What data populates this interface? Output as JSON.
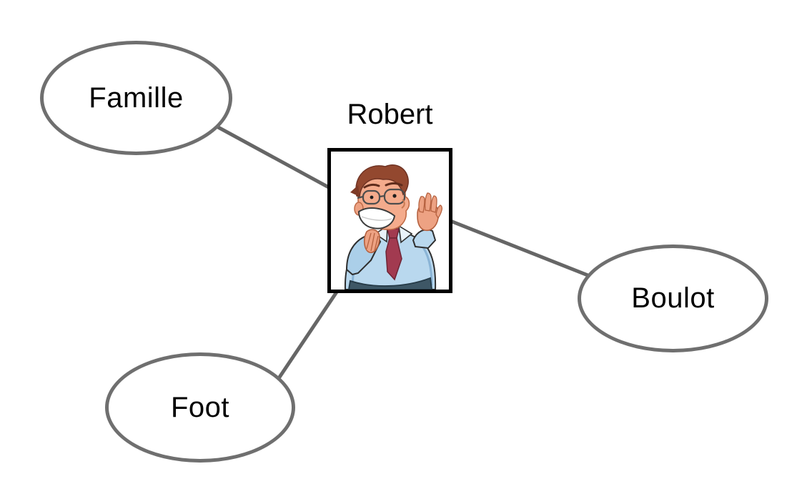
{
  "diagram": {
    "type": "mindmap",
    "center": {
      "label": "Robert",
      "image": "nervous-businessman-cartoon"
    },
    "satellites": [
      {
        "id": "famille",
        "label": "Famille"
      },
      {
        "id": "boulot",
        "label": "Boulot"
      },
      {
        "id": "foot",
        "label": "Foot"
      }
    ],
    "edges": [
      [
        "Robert",
        "Famille"
      ],
      [
        "Robert",
        "Boulot"
      ],
      [
        "Robert",
        "Foot"
      ]
    ],
    "colors": {
      "background": "#ffffff",
      "connector_line": "#666666",
      "ellipse_stroke": "#6f6f6f",
      "box_border": "#000000",
      "label_text": "#000000",
      "cartoon_shirt": "#b9d8ee",
      "cartoon_tie": "#a23a50",
      "cartoon_hair": "#93482f",
      "cartoon_skin": "#f4ab8c",
      "cartoon_pants": "#3e5766"
    }
  }
}
